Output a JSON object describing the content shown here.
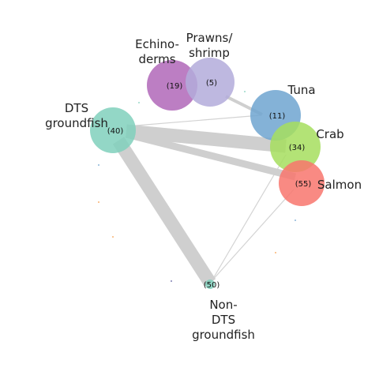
{
  "nodes": [
    {
      "id": "echinoderms",
      "label_lines": [
        "Echino-",
        "derms"
      ],
      "count": "(19)",
      "color": "#B067B8"
    },
    {
      "id": "prawns",
      "label_lines": [
        "Prawns/",
        "shrimp"
      ],
      "count": "(5)",
      "color": "#B3ACDB"
    },
    {
      "id": "tuna",
      "label_lines": [
        "Tuna"
      ],
      "count": "(11)",
      "color": "#6FA4D0"
    },
    {
      "id": "dts",
      "label_lines": [
        "DTS",
        "groundfish"
      ],
      "count": "(40)",
      "color": "#80D0BC"
    },
    {
      "id": "crab",
      "label_lines": [
        "Crab"
      ],
      "count": "(34)",
      "color": "#A6DE5E"
    },
    {
      "id": "salmon",
      "label_lines": [
        "Salmon"
      ],
      "count": "(55)",
      "color": "#F8766D"
    },
    {
      "id": "nondts",
      "label_lines": [
        "Non-",
        "DTS",
        "groundfish"
      ],
      "count": "(50)",
      "color": "#80D0BC"
    }
  ],
  "edges": [
    {
      "from": "dts",
      "to": "nondts",
      "weight": "heavy"
    },
    {
      "from": "dts",
      "to": "crab",
      "weight": "heavy"
    },
    {
      "from": "dts",
      "to": "salmon",
      "weight": "medium"
    },
    {
      "from": "dts",
      "to": "tuna",
      "weight": "thin"
    },
    {
      "from": "prawns",
      "to": "tuna",
      "weight": "light"
    },
    {
      "from": "nondts",
      "to": "crab",
      "weight": "thin"
    },
    {
      "from": "nondts",
      "to": "salmon",
      "weight": "thin"
    }
  ],
  "colors": {
    "edge": "#cfcfcf",
    "label": "#222222"
  }
}
